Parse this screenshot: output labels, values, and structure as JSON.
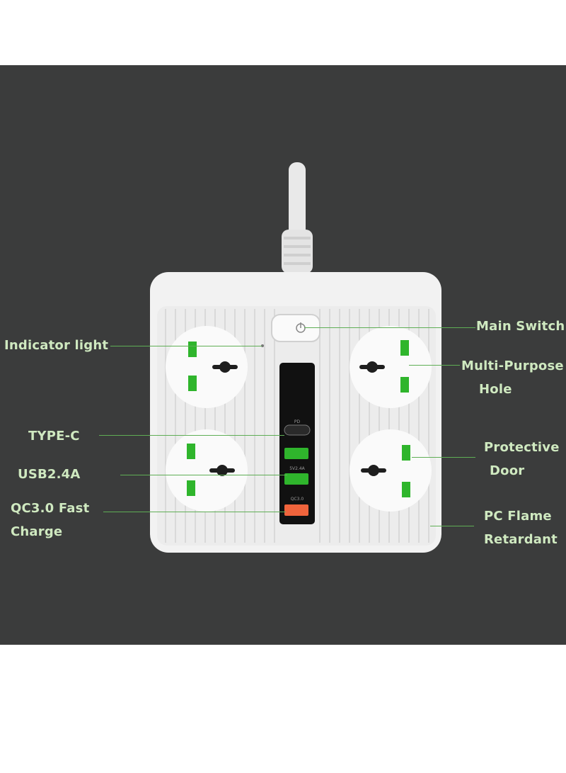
{
  "callouts": {
    "indicator_light": "Indicator light",
    "main_switch": "Main Switch",
    "multi_purpose_hole": [
      "Multi-Purpose",
      "Hole"
    ],
    "type_c": "TYPE-C",
    "usb": "USB2.4A",
    "qc": [
      "QC3.0 Fast",
      "Charge"
    ],
    "protective_door": [
      "Protective",
      "Door"
    ],
    "pc_flame": [
      "PC Flame",
      "Retardant"
    ]
  },
  "port_labels": {
    "pd": "PD",
    "usb": "5V2.4A",
    "qc": "QC3.0"
  },
  "colors": {
    "background": "#3b3c3c",
    "body": "#f2f2f2",
    "socket_green": "#2fb52c",
    "label_text": "#cfe9c0",
    "leader_line": "#5fae55",
    "qc_port": "#f0643c"
  }
}
